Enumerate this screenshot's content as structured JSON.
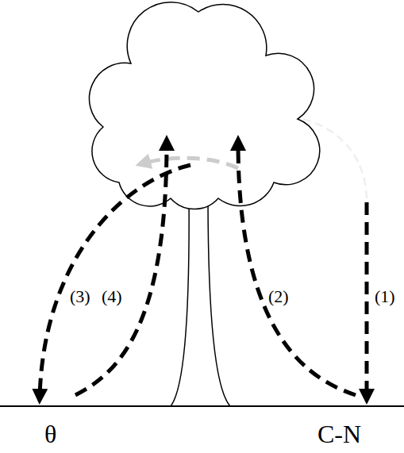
{
  "diagram": {
    "labels": [
      "(3)",
      "(4)",
      "(2)",
      "(1)",
      "θ",
      "C-N"
    ]
  }
}
